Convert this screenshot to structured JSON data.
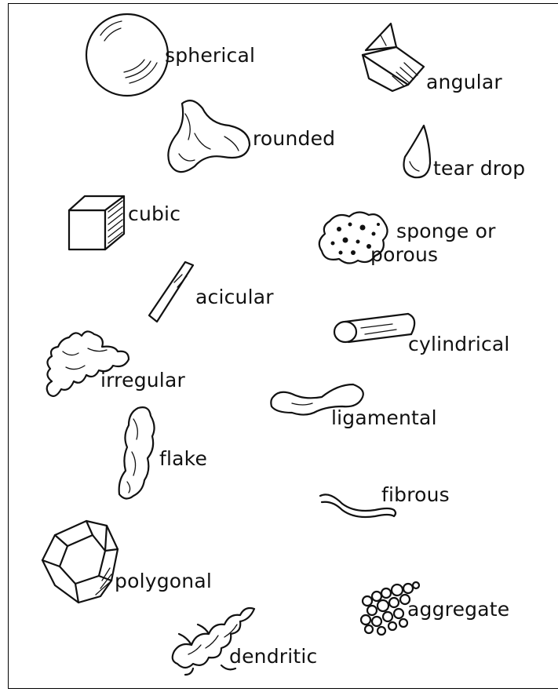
{
  "shapes": [
    {
      "id": "spherical",
      "label": "spherical"
    },
    {
      "id": "angular",
      "label": "angular"
    },
    {
      "id": "rounded",
      "label": "rounded"
    },
    {
      "id": "tear-drop",
      "label": "tear drop"
    },
    {
      "id": "cubic",
      "label": "cubic"
    },
    {
      "id": "sponge",
      "label": "sponge or",
      "label2": "porous"
    },
    {
      "id": "acicular",
      "label": "acicular"
    },
    {
      "id": "cylindrical",
      "label": "cylindrical"
    },
    {
      "id": "irregular",
      "label": "irregular"
    },
    {
      "id": "ligamental",
      "label": "ligamental"
    },
    {
      "id": "flake",
      "label": "flake"
    },
    {
      "id": "fibrous",
      "label": "fibrous"
    },
    {
      "id": "polygonal",
      "label": "polygonal"
    },
    {
      "id": "aggregate",
      "label": "aggregate"
    },
    {
      "id": "dendritic",
      "label": "dendritic"
    }
  ]
}
